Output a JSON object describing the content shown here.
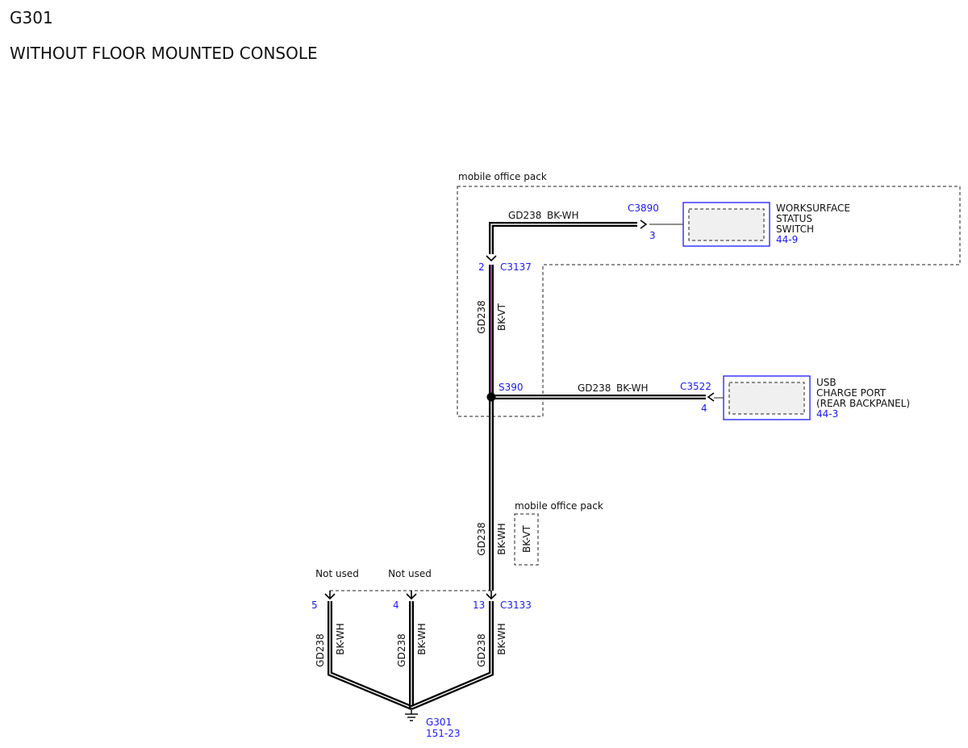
{
  "header": {
    "ground_id": "G301",
    "subtitle": "WITHOUT FLOOR MOUNTED CONSOLE"
  },
  "option_box_top": {
    "label": "mobile office pack"
  },
  "option_box_mid": {
    "label": "mobile office pack",
    "wire_color": "BK-VT"
  },
  "worksurface_switch": {
    "connector": "C3890",
    "pin": "3",
    "name_lines": [
      "WORKSURFACE",
      "STATUS",
      "SWITCH"
    ],
    "ref": "44-9"
  },
  "usb_port": {
    "connector": "C3522",
    "pin": "4",
    "name_lines": [
      "USB",
      "CHARGE PORT",
      "(REAR BACKPANEL)"
    ],
    "ref": "44-3"
  },
  "connector_c3137": {
    "id": "C3137",
    "pin": "2"
  },
  "splice": {
    "id": "S390"
  },
  "connector_c3133": {
    "id": "C3133",
    "pins": [
      {
        "pin": "5",
        "note": "Not used"
      },
      {
        "pin": "4",
        "note": "Not used"
      },
      {
        "pin": "13",
        "note": ""
      }
    ]
  },
  "ground": {
    "id": "G301",
    "ref": "151-23"
  },
  "wires": {
    "top_horizontal": {
      "circuit": "GD238",
      "color": "BK-WH"
    },
    "upper_vertical": {
      "circuit": "GD238",
      "color": "BK-VT"
    },
    "usb_horizontal": {
      "circuit": "GD238",
      "color": "BK-WH"
    },
    "lower_vertical": {
      "circuit": "GD238",
      "color": "BK-WH"
    },
    "branch_5": {
      "circuit": "GD238",
      "color": "BK-WH"
    },
    "branch_4": {
      "circuit": "GD238",
      "color": "BK-WH"
    },
    "branch_13": {
      "circuit": "GD238",
      "color": "BK-WH"
    }
  },
  "colors": {
    "wire": "#000000",
    "accent_blue": "#1a1aff",
    "violet_tracer": "#cc44cc",
    "component_fill": "#f0f0f0"
  }
}
